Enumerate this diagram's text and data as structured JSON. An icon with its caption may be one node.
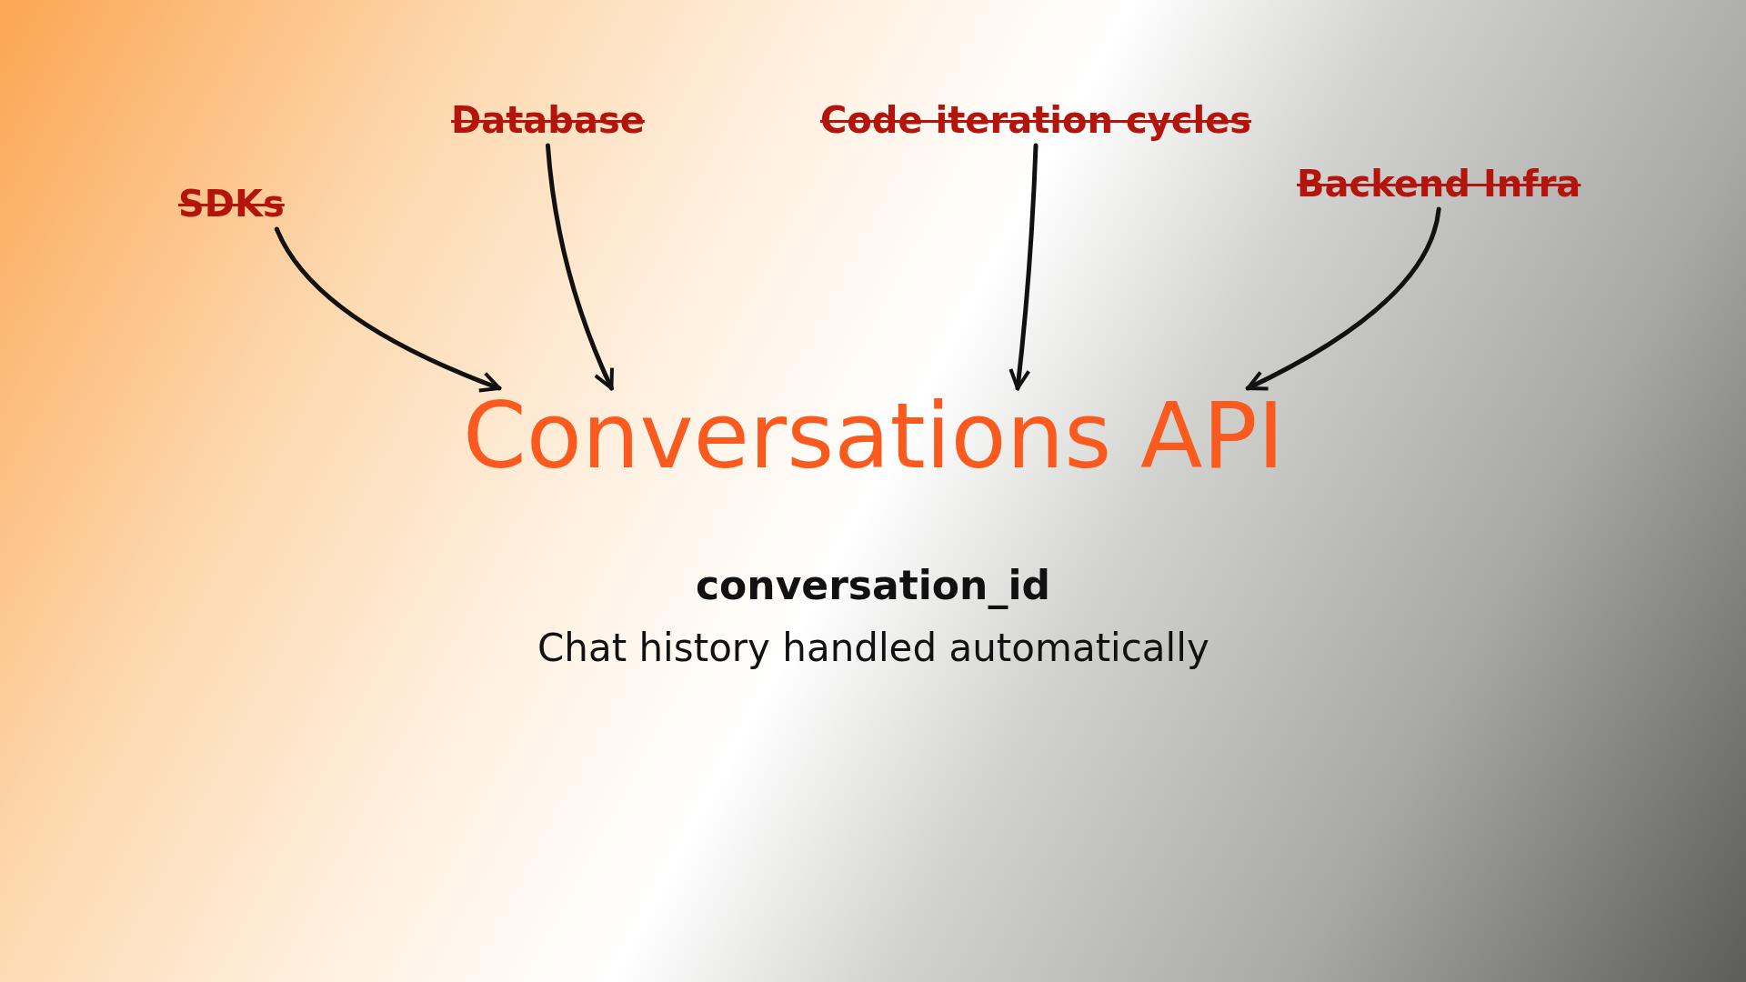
{
  "diagram": {
    "nodes": [
      {
        "text": [
          "SDKs"
        ]
      },
      {
        "text": [
          "Database"
        ]
      },
      {
        "text": [
          "Code iteration cycles"
        ]
      },
      {
        "text": [
          "Backend Infra"
        ]
      },
      {
        "text": [
          "Conversations API"
        ]
      }
    ],
    "edges": [
      {
        "from": 0,
        "to": 4,
        "arrow": "to"
      },
      {
        "from": 1,
        "to": 4,
        "arrow": "to"
      },
      {
        "from": 2,
        "to": 4,
        "arrow": "to"
      },
      {
        "from": 3,
        "to": 4,
        "arrow": "to"
      }
    ],
    "labels": [
      "conversation_id",
      "Chat history handled automatically"
    ]
  }
}
